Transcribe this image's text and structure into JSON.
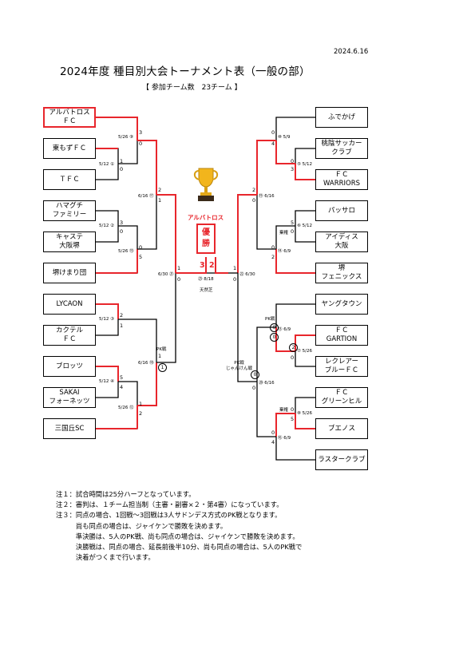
{
  "header": {
    "date": "2024.6.16",
    "title": "2024年度 種目別大会トーナメント表（一般の部）",
    "subtitle": "【 参加チーム数　23チーム 】"
  },
  "left_teams": [
    "アルバトロス\nＦＣ",
    "東もずＦＣ",
    "ＴＦＣ",
    "ハマグチ\nファミリー",
    "キャステ\n大阪堺",
    "堺けまり団",
    "LYCAON",
    "カクテル\nＦＣ",
    "ブロッツ",
    "SAKAI\nフォーネッツ",
    "三国丘SC"
  ],
  "right_teams": [
    "ふでかげ",
    "桃陰サッカー\nクラブ",
    "ＦＣ\nWARRIORS",
    "パッサロ",
    "アイディス\n大阪",
    "堺\nフェニックス",
    "ヤングタウン",
    "ＦＣ\nGARTION",
    "レクレアー\nブルーＦＣ",
    "ＦＣ\nグリーンヒル",
    "ブエノス",
    "ラスタークラブ"
  ],
  "match_labels": {
    "m1": "5/26 ⑨",
    "m2": "5/12 ①",
    "m3": "6/16 ⑰",
    "m4": "5/12 ②",
    "m5": "5/26 ⑮",
    "m6": "6/30 ㉑",
    "m7": "5/12 ③",
    "m8": "6/16 ⑱",
    "m9": "5/12 ④",
    "m10": "5/26 ⑫",
    "r1": "⑩ 5/9",
    "r2": "⑤ 5/12",
    "r3": "⑲ 6/16",
    "r4": "⑥ 5/12",
    "r5": "⑭ 6/9",
    "r6": "㉒ 6/30",
    "r7": "⑬ 6/9",
    "r8": "⑦ 5/26",
    "r9": "⑳ 6/16",
    "r10": "⑧ 5/26",
    "r11": "⑯ 6/9",
    "final": "㉓ 8/18",
    "venue": "天然芝"
  },
  "tags": {
    "pk": "PK戦",
    "pk_left": "PK戦",
    "janken": "PK戦\nじゃんけん戦",
    "fusen": "棄権",
    "fusen2": "棄権"
  },
  "champion": {
    "label": "アルバトロス",
    "box": "優\n勝",
    "score_left": "3",
    "score_right": "2"
  },
  "notes": [
    "注１：試合時間は25分ハーフとなっています。",
    "注２：審判は、１チーム担当制（主審・副審×２・第4審）になっています。",
    "注３：同点の場合、1回戦～3回戦は3人サドンデス方式のPK戦となります。",
    "　　　尚も同点の場合は、ジャイケンで勝敗を決めます。",
    "　　　準決勝は、5人のPK戦、尚も同点の場合は、ジャイケンで勝敗を決めます。",
    "　　　決勝戦は、同点の場合、延長前後半10分、尚も同点の場合は、5人のPK戦で",
    "　　　決着がつくまで行います。"
  ],
  "colors": {
    "win": "#e8262c",
    "line": "#000000"
  }
}
